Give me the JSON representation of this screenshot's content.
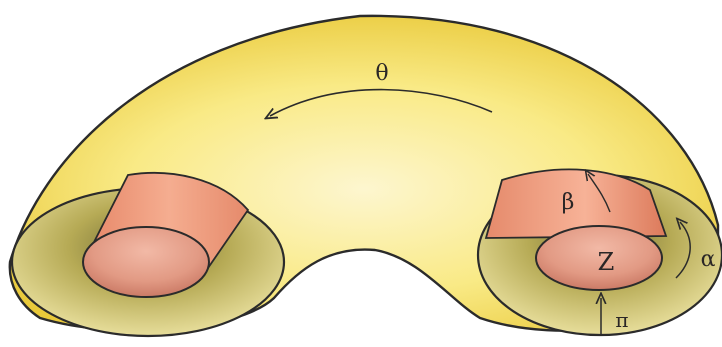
{
  "diagram": {
    "labels": {
      "theta": "θ",
      "beta": "β",
      "z": "Z",
      "alpha": "α",
      "r": "π"
    },
    "colors": {
      "outline": "#2b2b2b",
      "shell_light": "#fdf6cf",
      "shell_mid": "#f8e77c",
      "shell_dark": "#e9c93a",
      "inner_dark": "#8d8a44",
      "inner_mid": "#c8bd62",
      "inner_light": "#ede3a0",
      "tube_light": "#f6ad8f",
      "tube_mid": "#ee9170",
      "tube_dark": "#d86f52",
      "cap_light": "#f2b4a0",
      "cap_dark": "#cf8270"
    }
  }
}
